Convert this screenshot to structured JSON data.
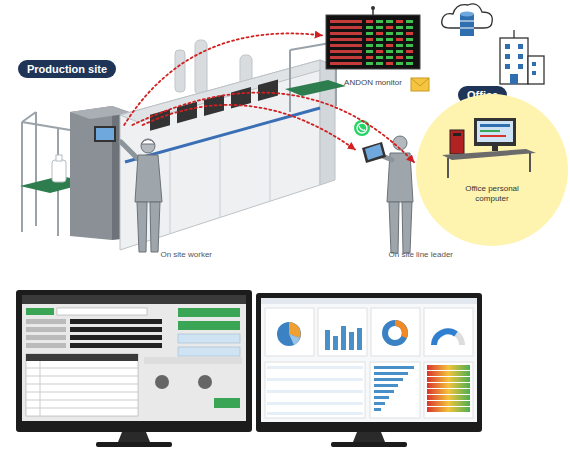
{
  "diagram": {
    "nodes": [
      {
        "text": [
          "Production site"
        ]
      },
      {
        "text": [
          "On site worker"
        ]
      },
      {
        "text": [
          "ANDON monitor"
        ]
      },
      {
        "text": [
          "On site line leader"
        ]
      },
      {
        "text": [
          "Office"
        ]
      },
      {
        "text": [
          "Office personal computer"
        ]
      }
    ],
    "edges": [
      {
        "from": 1,
        "to": 2,
        "arrow": "to"
      },
      {
        "from": 1,
        "to": 5,
        "arrow": "to"
      },
      {
        "from": 1,
        "to": 3,
        "arrow": "to"
      }
    ]
  }
}
